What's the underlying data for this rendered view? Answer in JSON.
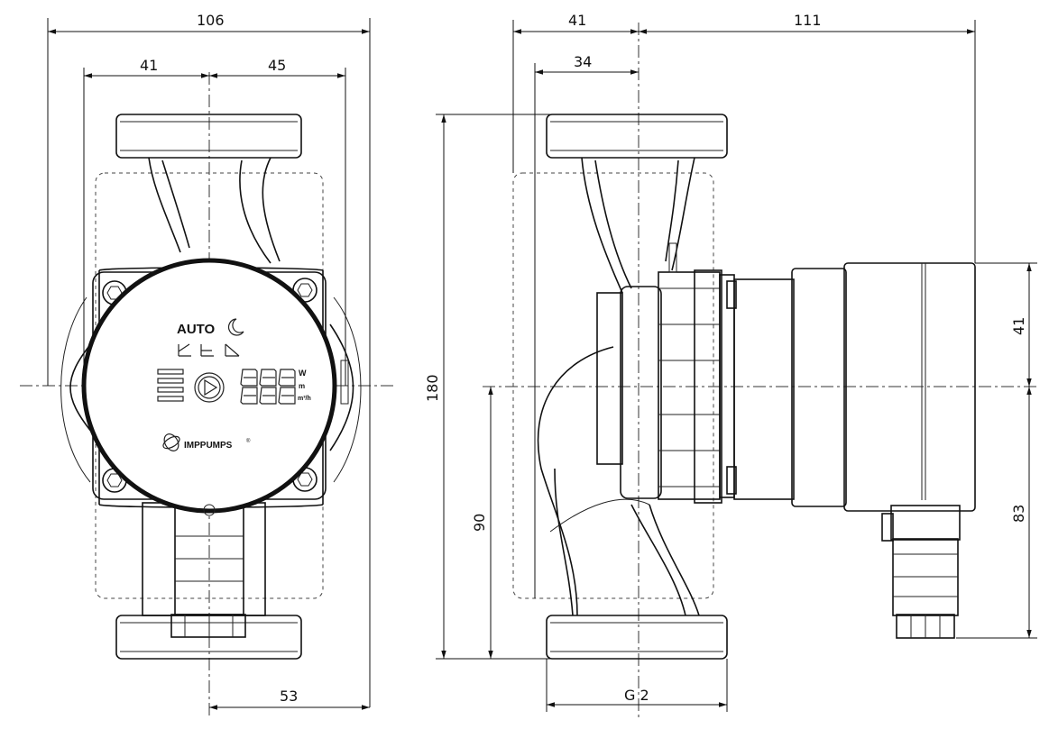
{
  "dimensions": {
    "front_width_total": "106",
    "front_left_half": "41",
    "front_right_half": "45",
    "front_bottom_half": "53",
    "side_left": "41",
    "side_right": "111",
    "side_inner": "34",
    "height_total": "180",
    "height_axis": "90",
    "motor_upper": "41",
    "motor_lower": "83",
    "thread": "G 2"
  },
  "panel": {
    "mode_label": "AUTO",
    "display_units": [
      "W",
      "m",
      "m³/h"
    ],
    "brand": "IMPPUMPS",
    "brand_mark": "®"
  },
  "icons": [
    "arrow-marker",
    "moon-icon",
    "curve-icons",
    "play-icon",
    "imp-logo-icon"
  ]
}
